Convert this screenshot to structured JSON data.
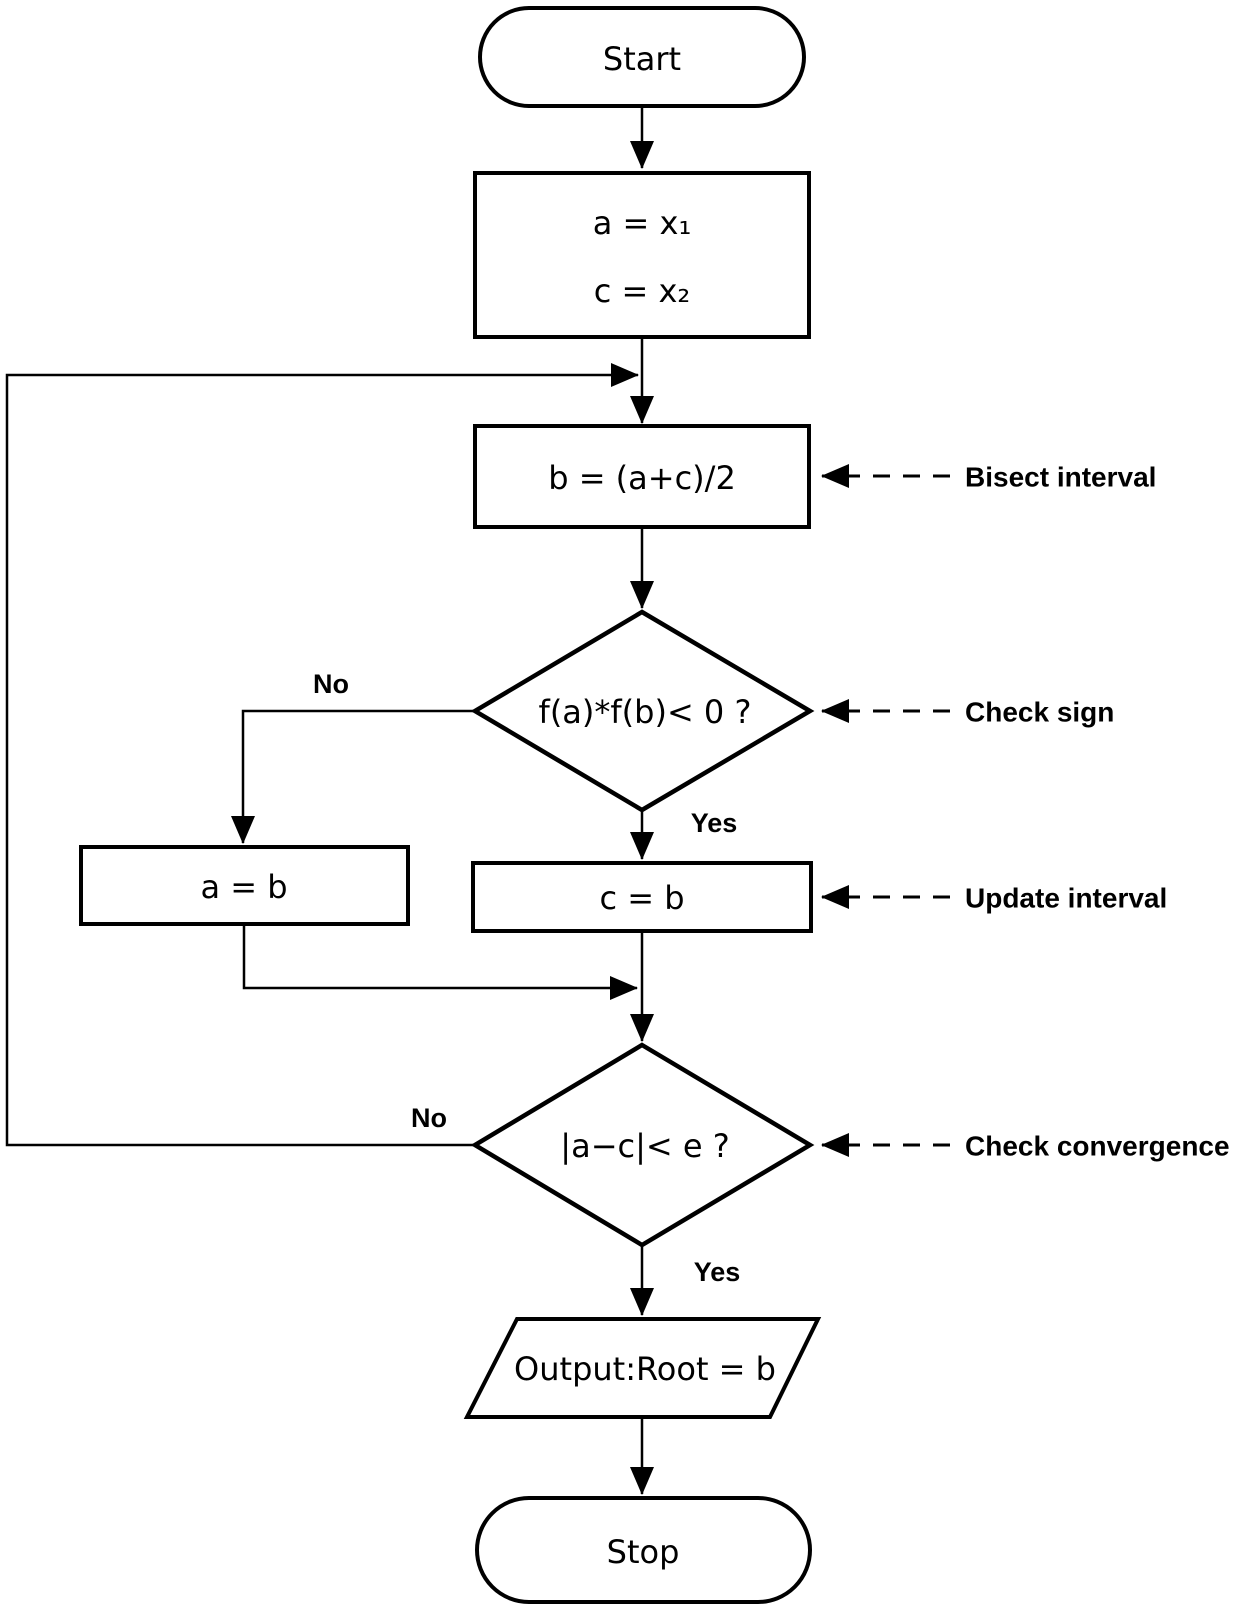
{
  "diagram": {
    "description": "Bisection method root-finding flowchart",
    "colors": {
      "line": "#000000",
      "background": "#ffffff",
      "shape_fill": "#ffffff"
    },
    "nodes": {
      "start": {
        "type": "terminal",
        "label": "Start"
      },
      "init": {
        "type": "process",
        "line1": "a = x₁",
        "line2": "c = x₂"
      },
      "bisect": {
        "type": "process",
        "label": "b = (a+c)/2"
      },
      "check_sign": {
        "type": "decision",
        "label": "f(a)*f(b)< 0 ?"
      },
      "update_a": {
        "type": "process",
        "label": "a = b"
      },
      "update_c": {
        "type": "process",
        "label": "c = b"
      },
      "check_convergence": {
        "type": "decision",
        "label": "|a−c|< e ?"
      },
      "output": {
        "type": "input-output",
        "label": "Output:Root = b"
      },
      "stop": {
        "type": "terminal",
        "label": "Stop"
      }
    },
    "edge_labels": {
      "sign_no": "No",
      "sign_yes": "Yes",
      "convergence_no": "No",
      "convergence_yes": "Yes"
    },
    "annotations": {
      "bisect": "Bisect interval",
      "check_sign": "Check sign",
      "update": "Update interval",
      "check_convergence": "Check convergence"
    }
  }
}
